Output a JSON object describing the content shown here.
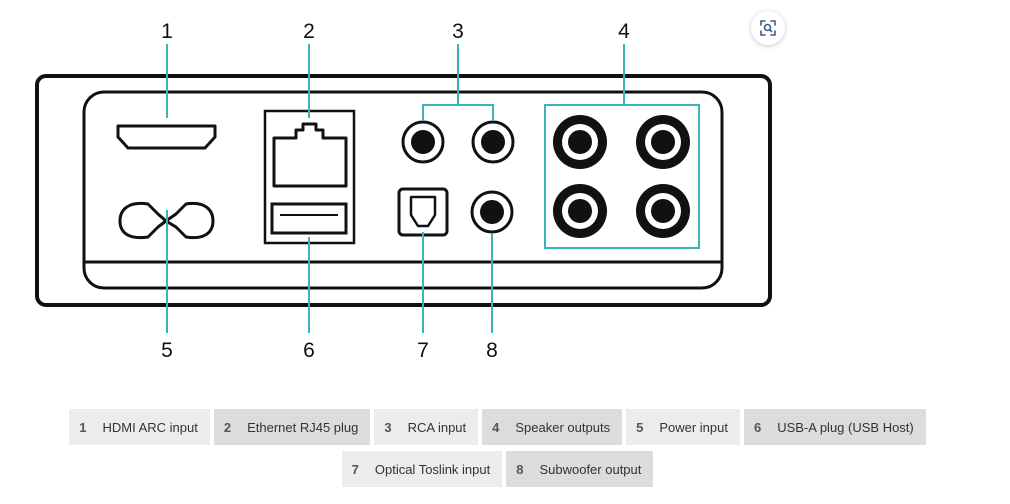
{
  "callouts": {
    "n1": "1",
    "n2": "2",
    "n3": "3",
    "n4": "4",
    "n5": "5",
    "n6": "6",
    "n7": "7",
    "n8": "8"
  },
  "legend": {
    "row1": [
      {
        "num": "1",
        "label": "HDMI ARC input"
      },
      {
        "num": "2",
        "label": "Ethernet RJ45 plug"
      },
      {
        "num": "3",
        "label": "RCA input"
      },
      {
        "num": "4",
        "label": "Speaker outputs"
      },
      {
        "num": "5",
        "label": "Power input"
      },
      {
        "num": "6",
        "label": "USB-A plug (USB Host)"
      }
    ],
    "row2": [
      {
        "num": "7",
        "label": "Optical Toslink input"
      },
      {
        "num": "8",
        "label": "Subwoofer output"
      }
    ]
  },
  "colors": {
    "callout_line": "#3bb3b8",
    "outline": "#111111",
    "legend_bg": "#ececec",
    "legend_bg_alt": "#dcdcdc"
  },
  "icons": {
    "zoom": "zoom-scan-icon"
  }
}
